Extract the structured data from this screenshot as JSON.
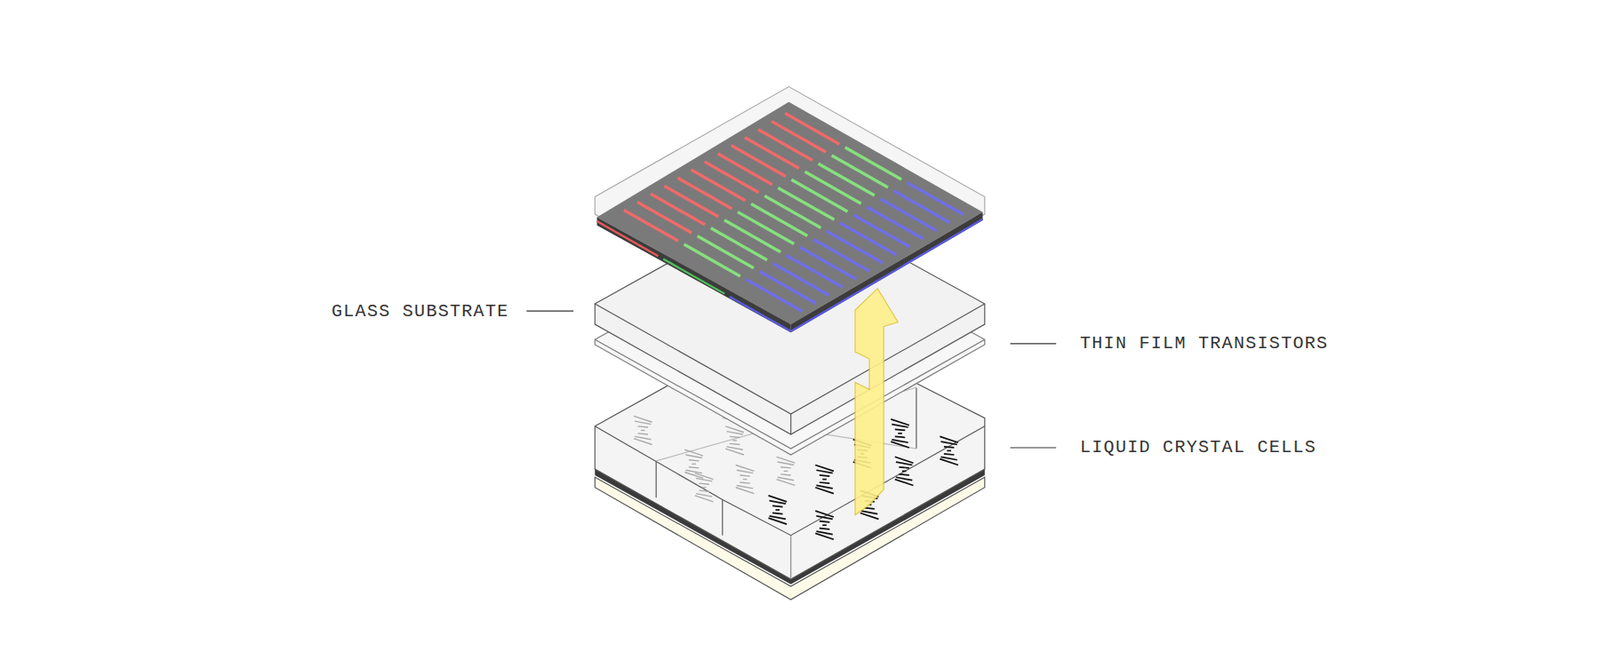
{
  "diagram": {
    "labels": [
      "GLASS SUBSTRATE",
      "THIN FILM TRANSISTORS",
      "LIQUID CRYSTAL CELLS"
    ]
  }
}
